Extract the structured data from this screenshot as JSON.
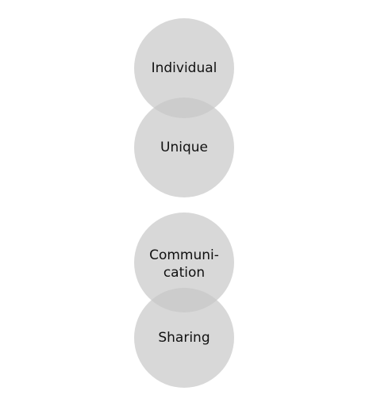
{
  "diagram": {
    "circle_color": "#d2d2d2",
    "groups": [
      {
        "circles": [
          {
            "label": "Individual"
          },
          {
            "label": "Unique"
          }
        ]
      },
      {
        "circles": [
          {
            "label": "Communi-\ncation"
          },
          {
            "label": "Sharing"
          }
        ]
      }
    ]
  }
}
